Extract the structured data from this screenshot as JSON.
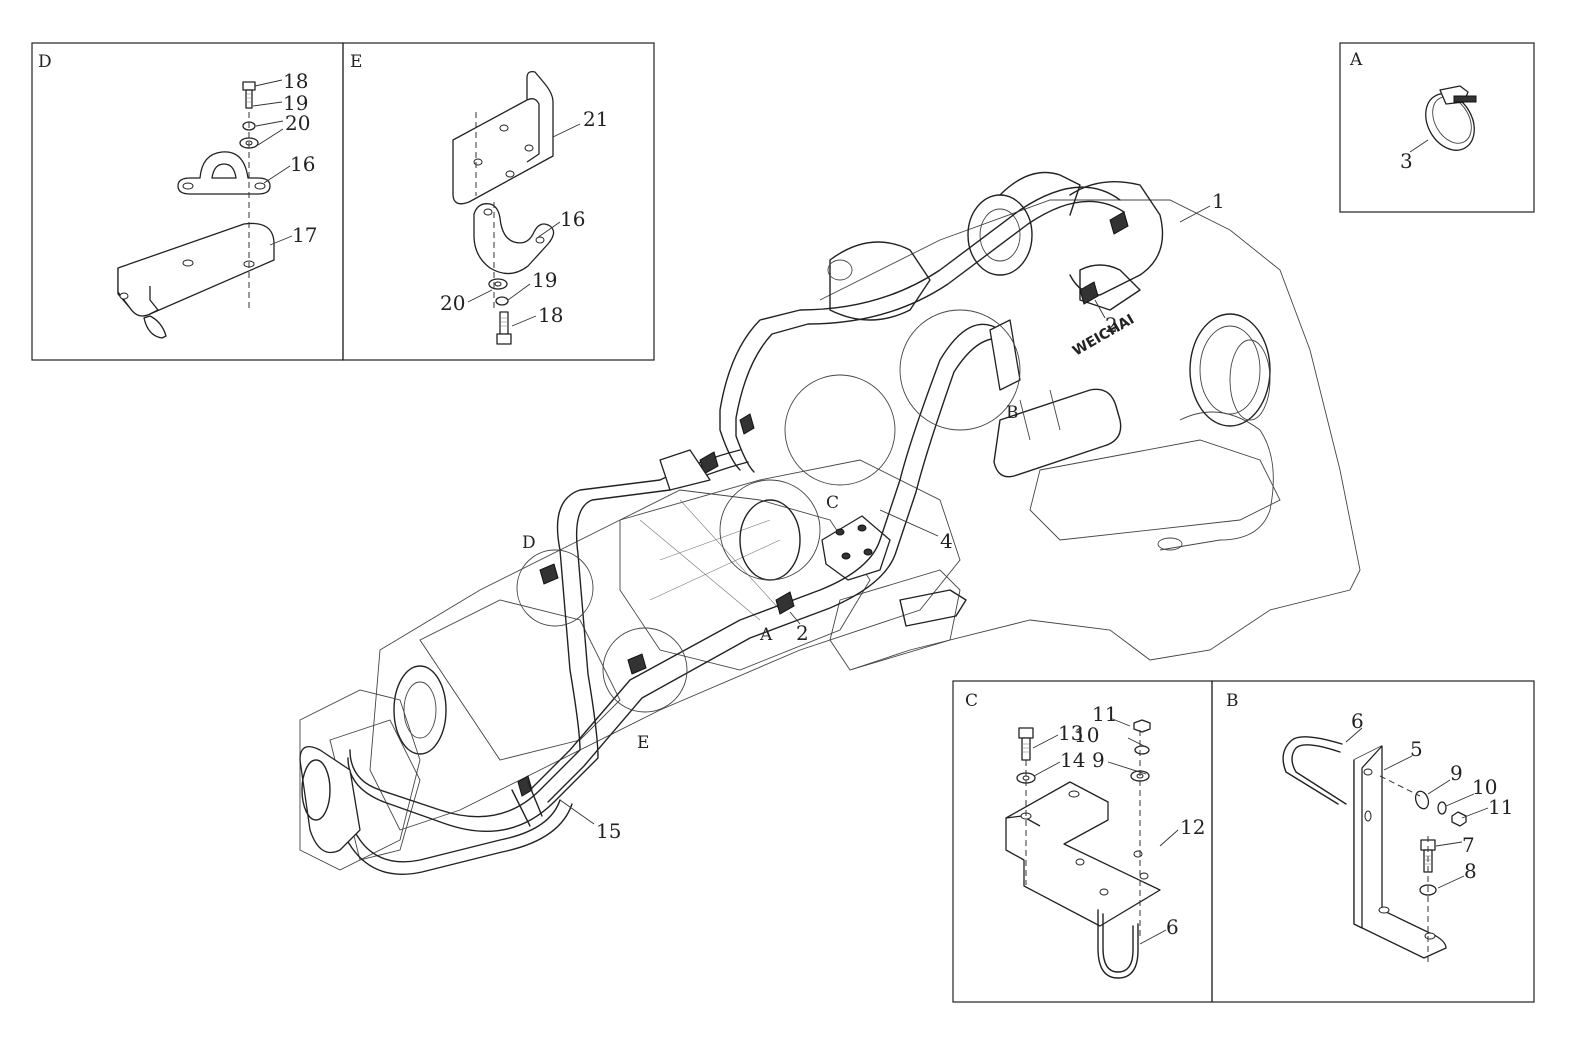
{
  "detail_panels": {
    "D": {
      "label": "D",
      "callouts": [
        "18",
        "19",
        "20",
        "16",
        "17"
      ]
    },
    "E": {
      "label": "E",
      "callouts": [
        "21",
        "16",
        "19",
        "20",
        "18"
      ]
    },
    "A": {
      "label": "A",
      "callouts": [
        "3"
      ]
    },
    "C": {
      "label": "C",
      "callouts": [
        "11",
        "13",
        "10",
        "14",
        "9",
        "12",
        "6"
      ]
    },
    "B": {
      "label": "B",
      "callouts": [
        "6",
        "5",
        "9",
        "10",
        "11",
        "7",
        "8"
      ]
    }
  },
  "main_view": {
    "callouts": [
      "1",
      "2",
      "4",
      "2",
      "15"
    ],
    "view_markers": [
      "B",
      "C",
      "D",
      "A",
      "E"
    ],
    "brand_text": "WEICHAI"
  }
}
